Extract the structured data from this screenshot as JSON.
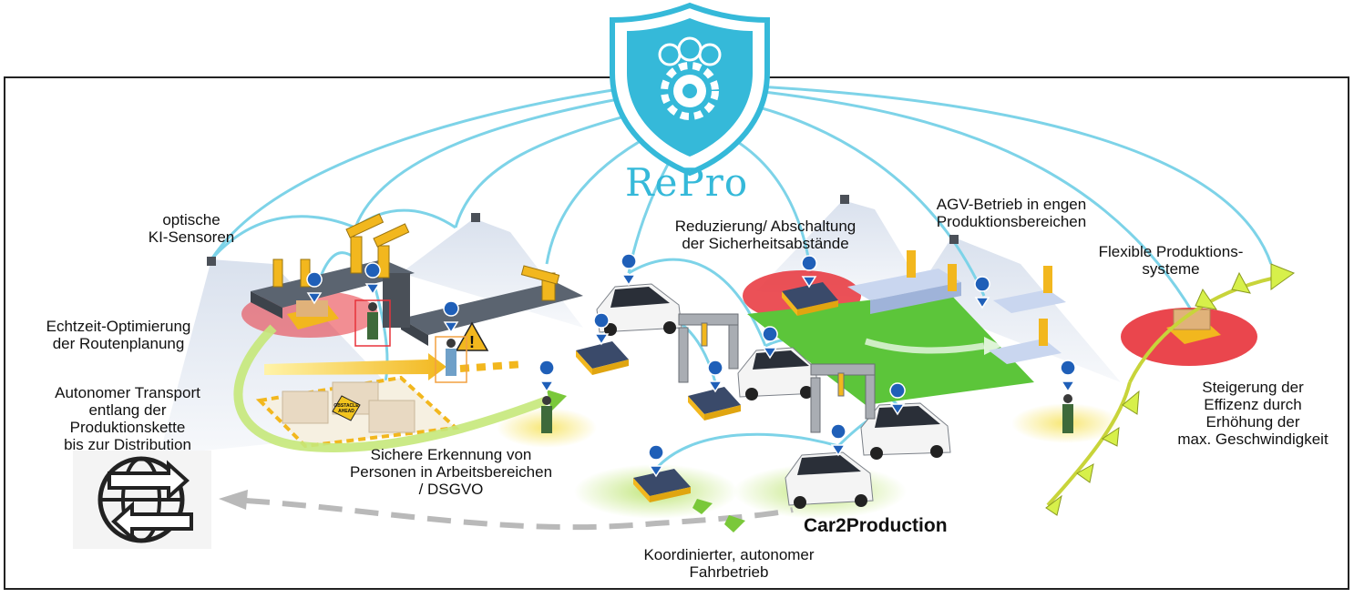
{
  "brand": {
    "name": "RePro",
    "shield_icon": "shield-team-gear-icon",
    "accent": "#35b9d9"
  },
  "labels": {
    "optische": "optische\nKI-Sensoren",
    "echtzeit": "Echtzeit-Optimierung\nder Routenplanung",
    "autonomer_transport": "Autonomer Transport\nentlang der\nProduktionskette\nbis zur Distribution",
    "sichere": "Sichere Erkennung von\nPersonen in Arbeitsbereichen\n/ DSGVO",
    "reduzierung": "Reduzierung/ Abschaltung\nder Sicherheitsabstände",
    "agv": "AGV-Betrieb in engen\nProduktionsbereichen",
    "flexible": "Flexible Produktions-\nsysteme",
    "steigerung": "Steigerung der\nEffizenz durch\nErhöhung der\nmax. Geschwindigkeit",
    "koordinierter": "Koordinierter, autonomer\nFahrbetrieb",
    "car2production": "Car2Production"
  },
  "signs": {
    "obstacle": "OBSTACLE\nAHEAD"
  },
  "colors": {
    "connector": "#7dd3e8",
    "zone_red": "#e8323a",
    "floor_green": "#5cc53a",
    "agv_yellow": "#f2b71e",
    "pin_blue": "#1f5fb8"
  }
}
